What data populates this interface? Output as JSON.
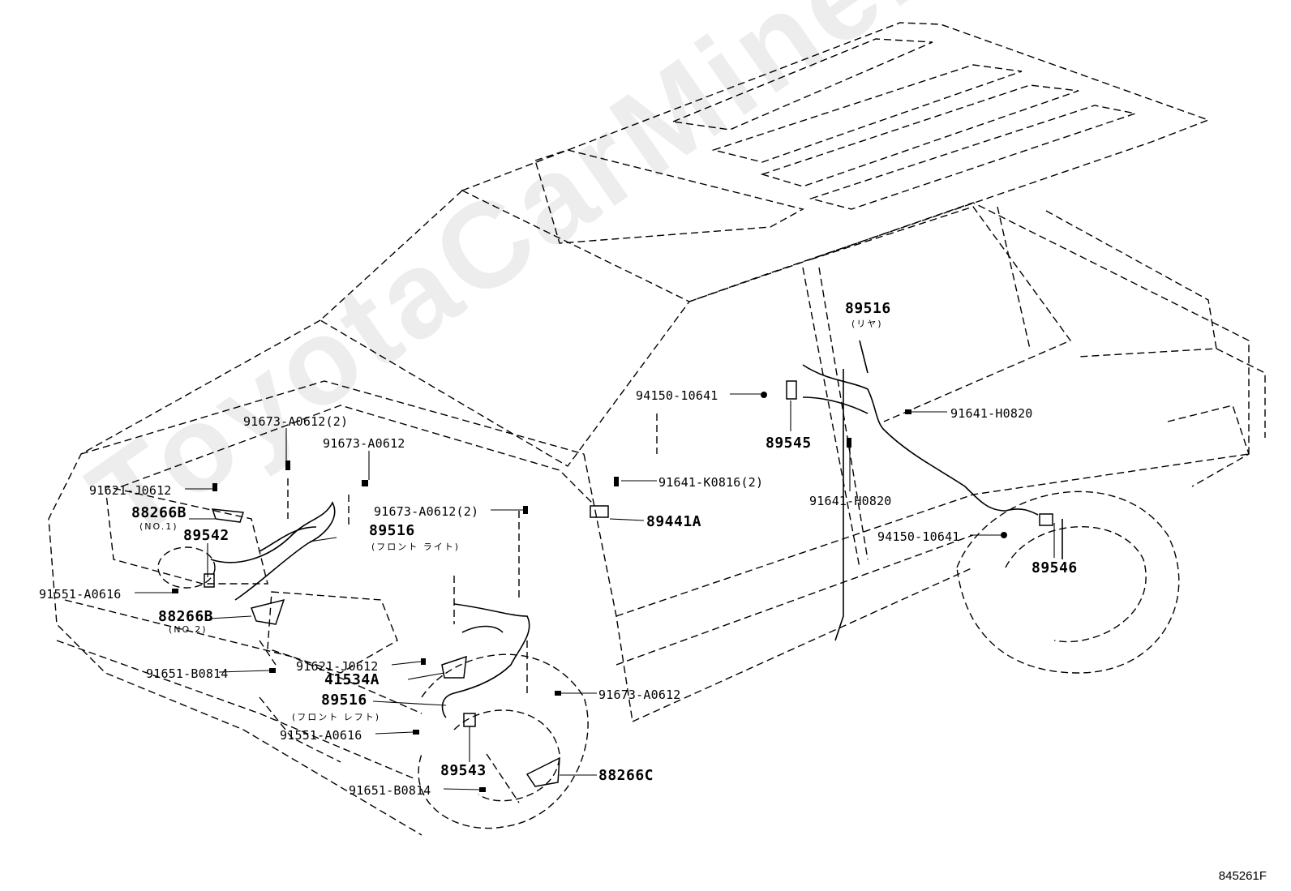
{
  "watermark": "ToyotaCarMine.ru",
  "diagram_code": "845261F",
  "labels": {
    "p91673_a0612_2_top": "91673-A0612(2)",
    "p91673_a0612_top": "91673-A0612",
    "p91621_j0612_top": "91621-J0612",
    "p88266b": "88266B",
    "p88266b_no1": "(NO.1)",
    "p89542": "89542",
    "p89516_front_right": "89516",
    "p89516_front_right_note": "(フロント ライト)",
    "p91673_a0612_2_mid": "91673-A0612(2)",
    "p91551_a0616_top": "91551-A0616",
    "p88266b_2": "88266B",
    "p88266b_no2": "(NO.2)",
    "p91651_b0814_top": "91651-B0814",
    "p91621_j0612_mid": "91621-J0612",
    "p41534a": "41534A",
    "p89516_front_left": "89516",
    "p89516_front_left_note": "(フロント レフト)",
    "p91551_a0616_bot": "91551-A0616",
    "p89543": "89543",
    "p91651_b0814_bot": "91651-B0814",
    "p88266c": "88266C",
    "p91673_a0612_bot": "91673-A0612",
    "p94150_10641_top": "94150-10641",
    "p89545": "89545",
    "p91641_k0816_2": "91641-K0816(2)",
    "p89441a": "89441A",
    "p89516_rear": "89516",
    "p89516_rear_note": "(リヤ)",
    "p91641_h0820_top": "91641-H0820",
    "p91641_h0820_mid": "91641-H0820",
    "p94150_10641_bot": "94150-10641",
    "p89546": "89546"
  }
}
